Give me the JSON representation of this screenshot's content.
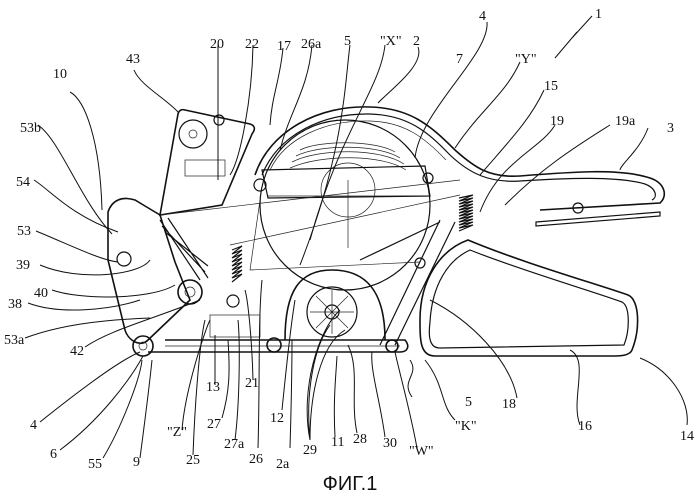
{
  "figure": {
    "caption": "ФИГ.1",
    "subject": "hand-held labelling machine, side view (patent drawing)"
  },
  "labels": {
    "l1": "1",
    "l2": "2",
    "l2a": "2a",
    "l3": "3",
    "l4top": "4",
    "l4bot": "4",
    "l5top": "5",
    "l5bot": "5",
    "l6": "6",
    "l7": "7",
    "l9": "9",
    "l10": "10",
    "l11": "11",
    "l12": "12",
    "l13": "13",
    "l14": "14",
    "l15": "15",
    "l16": "16",
    "l17": "17",
    "l18": "18",
    "l19": "19",
    "l19a": "19a",
    "l20": "20",
    "l21": "21",
    "l22": "22",
    "l25": "25",
    "l26": "26",
    "l26a": "26a",
    "l27": "27",
    "l27a": "27a",
    "l28": "28",
    "l29": "29",
    "l30": "30",
    "l38": "38",
    "l39": "39",
    "l40": "40",
    "l42": "42",
    "l43": "43",
    "l53": "53",
    "l53a": "53a",
    "l53b": "53b",
    "l54": "54",
    "l55": "55",
    "X": "\"X\"",
    "Y": "\"Y\"",
    "Z": "\"Z\"",
    "K": "\"K\"",
    "W": "\"W\""
  }
}
